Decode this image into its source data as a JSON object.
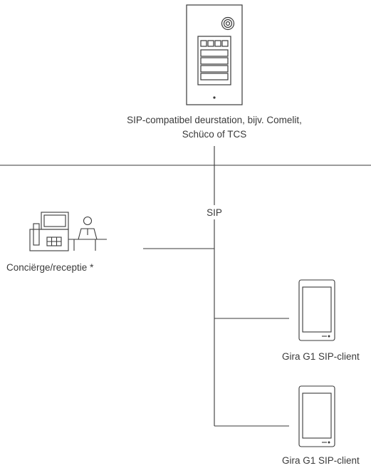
{
  "door_station": {
    "label_line1": "SIP-compatibel deurstation, bijv. Comelit,",
    "label_line2": "Schüco of TCS",
    "icon": "door-station-icon"
  },
  "bus": {
    "protocol_label": "SIP"
  },
  "reception": {
    "label": "Conciërge/receptie *",
    "icon": "reception-desk-icon"
  },
  "clients": [
    {
      "label": "Gira G1 SIP-client",
      "icon": "tablet-icon"
    },
    {
      "label": "Gira G1 SIP-client",
      "icon": "tablet-icon"
    }
  ]
}
